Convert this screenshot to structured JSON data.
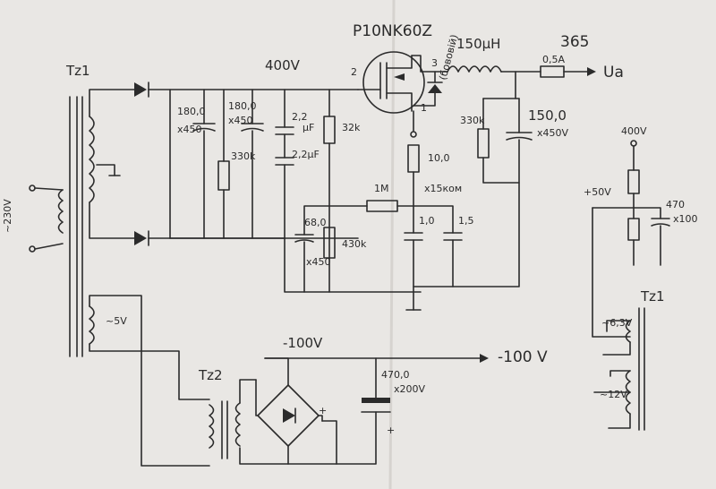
{
  "transistor": "P10NK60Z",
  "pins": {
    "gate": "2",
    "drain": "3",
    "source": "1"
  },
  "inductor": "150μH",
  "tube_label": "365",
  "fuse": "0,5A",
  "output_label": "Ua",
  "zener_note": "(бововій)",
  "bus_400": "400V",
  "tz1": "Tz1",
  "tz1_right": "Tz1",
  "tz2": "Tz2",
  "mains": "~230V",
  "sec_5v": "~5V",
  "v_minus100_top": "-100V",
  "v_minus100_out": "-100 V",
  "c_180_a": "180,0",
  "c_180_a_v": "x450",
  "c_180_b": "180,0",
  "c_180_b_v": "x450",
  "r_330k_a": "330k",
  "c_22_a": "2,2",
  "c_22_a_u": "μF",
  "c_22_b": "2,2μF",
  "r_32k": "32k",
  "r_1M": "1M",
  "r_10": "10,0",
  "r_15k": "x15ком",
  "c_10": "1,0",
  "c_15": "1,5",
  "c_68": "68,0",
  "c_68_v": "x450",
  "r_430k": "430k",
  "r_330k_b": "330k",
  "c_150": "150,0",
  "c_150_v": "x450V",
  "v_400_right": "400V",
  "v_50_right": "+50V",
  "c_470_right": "470",
  "c_470_right_v": "x100",
  "tap_63": "~6,3V",
  "tap_12": "~12V",
  "c_470_bottom": "470,0",
  "c_470_bottom_v": "x200V",
  "plus": "+",
  "colors": {
    "ink": "#2b2b2b",
    "paper": "#e9e7e4"
  }
}
